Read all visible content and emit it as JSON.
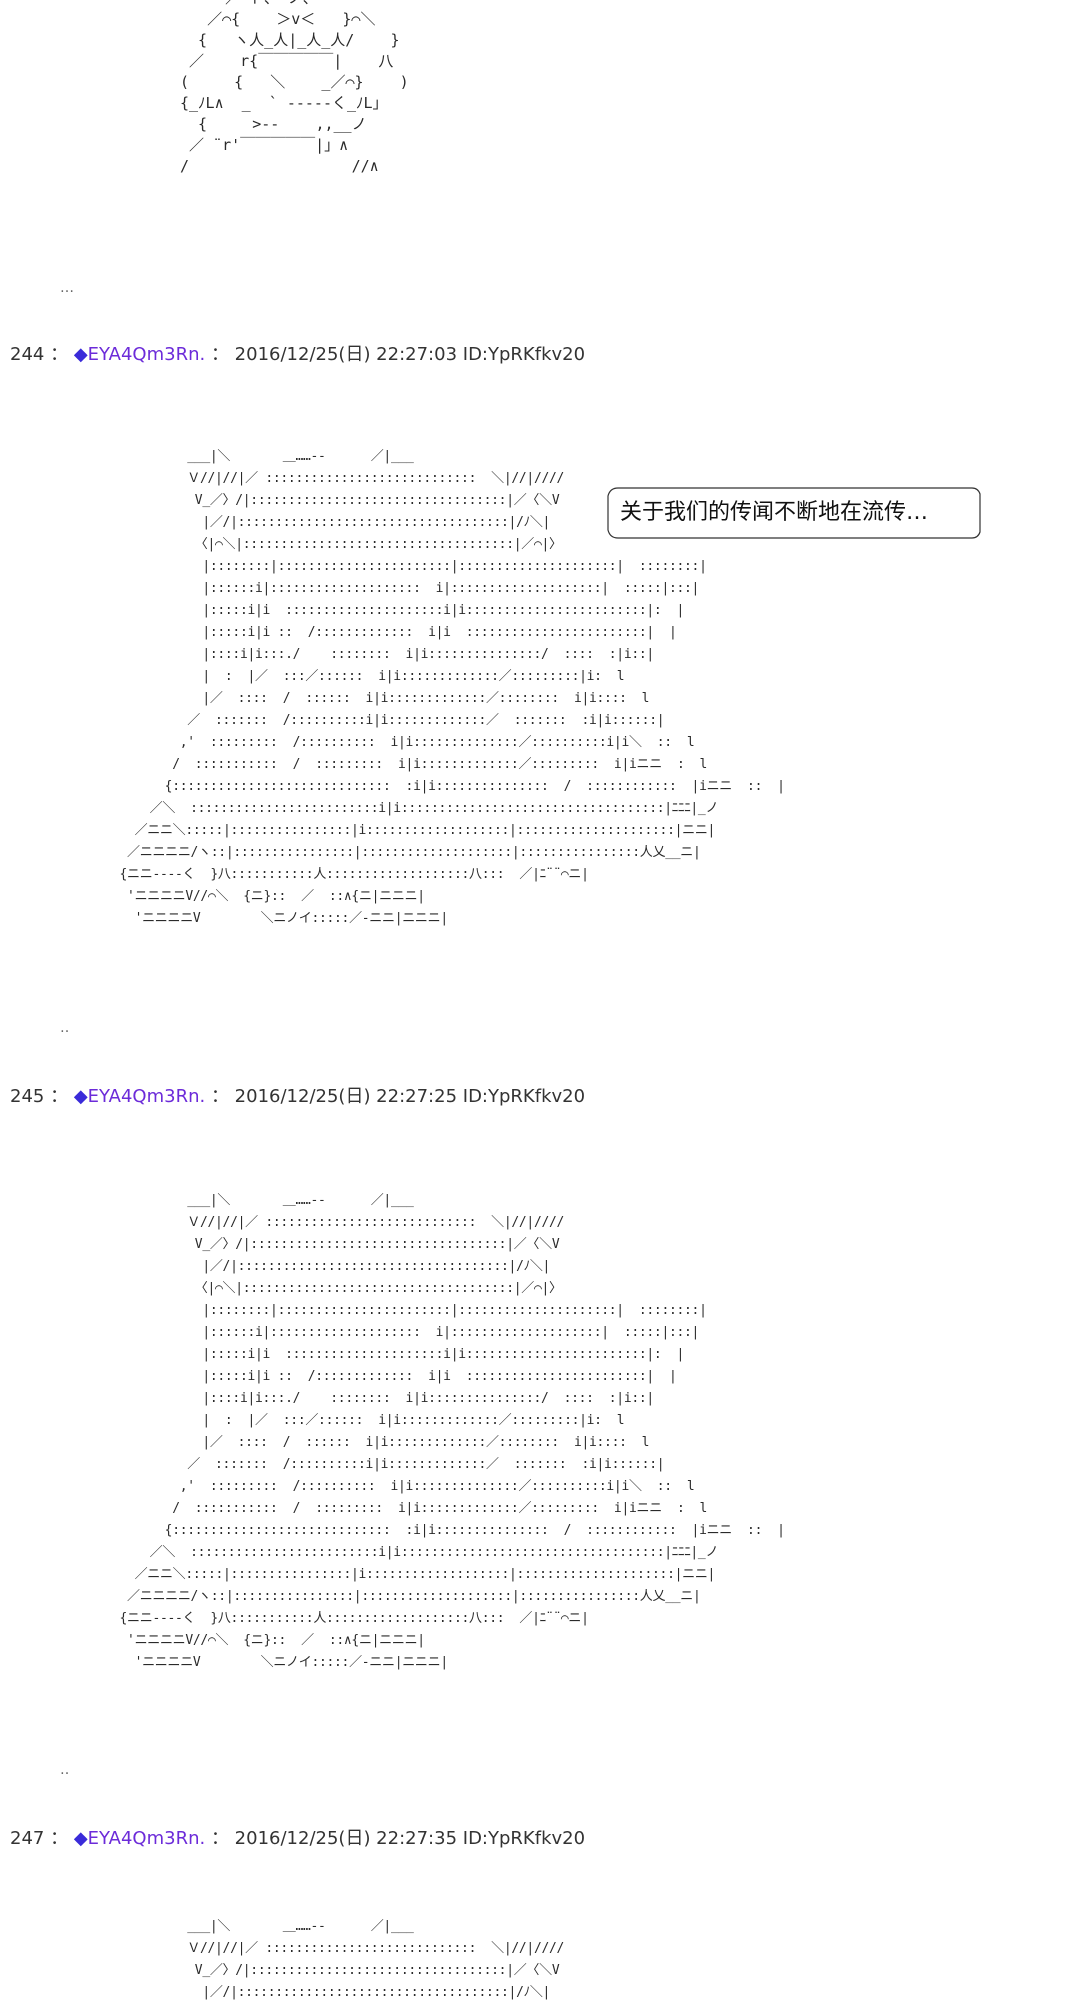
{
  "posts": [
    {
      "number": "244",
      "separator": "：",
      "trip_mark": "◆",
      "name": "EYA4Qm3Rn.",
      "colon": "：",
      "date": "2016/12/25(日) 22:27:03",
      "id": "ID:YpRKfkv20"
    },
    {
      "number": "245",
      "separator": "：",
      "trip_mark": "◆",
      "name": "EYA4Qm3Rn.",
      "colon": "：",
      "date": "2016/12/25(日) 22:27:25",
      "id": "ID:YpRKfkv20"
    },
    {
      "number": "247",
      "separator": "：",
      "trip_mark": "◆",
      "name": "EYA4Qm3Rn.",
      "colon": "：",
      "date": "2016/12/25(日) 22:27:35",
      "id": "ID:YpRKfkv20"
    }
  ],
  "speech_bubble": "关于我们的传闻不断地在流传…",
  "spacer_dots": [
    "…",
    "‥",
    "‥"
  ],
  "ascii_art": {
    "top_face": "     ／⌒ト、 ノ、\n   ／⌒{    ＞v＜   }⌒＼\n  {   ヽ人_人|_人_人/    }\n ／    r{￣￣￣￣￣|    八\n(     {   ＼    _／⌒}    )\n{_ﾉL∧  _  ` ‐‐-‐‐く_ﾉL」\n  {     >‐‐    ,,__ノ\n ／ ¨r'￣￣￣￣￣|」∧\n/                  //∧",
    "tower_1": "          ___|＼       ＿……‐‐      ／|___\n          Ｖ//|//|／ ::::::::::::::::::::::::::::  ＼|//|////\n           V_／〉/|::::::::::::::::::::::::::::::::::|／〈＼V\n            |／/|::::::::::::::::::::::::::::::::::::|/ﾉ＼|\n           〈|⌒＼|::::::::::::::::::::::::::::::::::::|／⌒|〉\n            |::::::::|:::::::::::::::::::::::|:::::::::::::::::::::|  ::::::::|\n            |::::::i|::::::::::::::::::::  i|::::::::::::::::::::|  :::::|:::|\n            |:::::i|i  :::::::::::::::::::::i|i::::::::::::::::::::::::|:  |\n            |:::::i|i ::  /:::::::::::::  i|i  ::::::::::::::::::::::::|  |\n            |::::i|i:::./    ::::::::  i|i:::::::::::::::/  ::::  :|i::|\n            |  :  |／  :::／::::::  i|i:::::::::::::／:::::::::|i:  l\n            |／  ::::  /  ::::::  i|i:::::::::::::／::::::::  i|i::::  l\n          ／  :::::::  /::::::::::i|i:::::::::::::／  :::::::  :i|i::::::|\n         ,'  :::::::::  /::::::::::  i|i::::::::::::::／::::::::::i|i＼  ::  l\n        /  :::::::::::  /  :::::::::  i|i:::::::::::::／:::::::::  i|iニニ  :  l\n       {:::::::::::::::::::::::::::::  :i|i:::::::::::::::  /  ::::::::::::  |iニニ  ::  |\n     ／＼  :::::::::::::::::::::::::i|i:::::::::::::::::::::::::::::::::::|ﾆﾆﾆ|_ノ\n   ／ニニ＼:::::|::::::::::::::::|i:::::::::::::::::::|:::::::::::::::::::::|ニニ|\n  ／ニニニニ/ヽ::|::::::::::::::::|::::::::::::::::::::|::::::::::::::::人乂__ニ|\n {ニニ--‐‐く  }八:::::::::::人:::::::::::::::::::八:::  ／|ﾆ¨¨⌒ニ|\n  'ニニニニV//⌒＼  {ニ}::  ／  ::∧{ニ|ニニニ|\n   'ニニニニV        ＼ニノイ:::::／-ニニ|ニニニ|",
    "tower_2": "          ___|＼       ＿……‐‐      ／|___\n          Ｖ//|//|／ ::::::::::::::::::::::::::::  ＼|//|////\n           V_／〉/|::::::::::::::::::::::::::::::::::|／〈＼V\n            |／/|::::::::::::::::::::::::::::::::::::|/ﾉ＼|\n           〈|⌒＼|::::::::::::::::::::::::::::::::::::|／⌒|〉\n            |::::::::|:::::::::::::::::::::::|:::::::::::::::::::::|  ::::::::|\n            |::::::i|::::::::::::::::::::  i|::::::::::::::::::::|  :::::|:::|\n            |:::::i|i  :::::::::::::::::::::i|i::::::::::::::::::::::::|:  |\n            |:::::i|i ::  /:::::::::::::  i|i  ::::::::::::::::::::::::|  |\n            |::::i|i:::./    ::::::::  i|i:::::::::::::::/  ::::  :|i::|\n            |  :  |／  :::／::::::  i|i:::::::::::::／:::::::::|i:  l\n            |／  ::::  /  ::::::  i|i:::::::::::::／::::::::  i|i::::  l\n          ／  :::::::  /::::::::::i|i:::::::::::::／  :::::::  :i|i::::::|\n         ,'  :::::::::  /::::::::::  i|i::::::::::::::／::::::::::i|i＼  ::  l\n        /  :::::::::::  /  :::::::::  i|i:::::::::::::／:::::::::  i|iニニ  :  l\n       {:::::::::::::::::::::::::::::  :i|i:::::::::::::::  /  ::::::::::::  |iニニ  ::  |\n     ／＼  :::::::::::::::::::::::::i|i:::::::::::::::::::::::::::::::::::|ﾆﾆﾆ|_ノ\n   ／ニニ＼:::::|::::::::::::::::|i:::::::::::::::::::|:::::::::::::::::::::|ニニ|\n  ／ニニニニ/ヽ::|::::::::::::::::|::::::::::::::::::::|::::::::::::::::人乂__ニ|\n {ニニ--‐‐く  }八:::::::::::人:::::::::::::::::::八:::  ／|ﾆ¨¨⌒ニ|\n  'ニニニニV//⌒＼  {ニ}::  ／  ::∧{ニ|ニニニ|\n   'ニニニニV        ＼ニノイ:::::／-ニニ|ニニニ|",
    "tower_3": "          ___|＼       ＿……‐‐      ／|___\n          Ｖ//|//|／ ::::::::::::::::::::::::::::  ＼|//|////\n           V_／〉/|::::::::::::::::::::::::::::::::::|／〈＼V\n            |／/|::::::::::::::::::::::::::::::::::::|/ﾉ＼|"
  }
}
